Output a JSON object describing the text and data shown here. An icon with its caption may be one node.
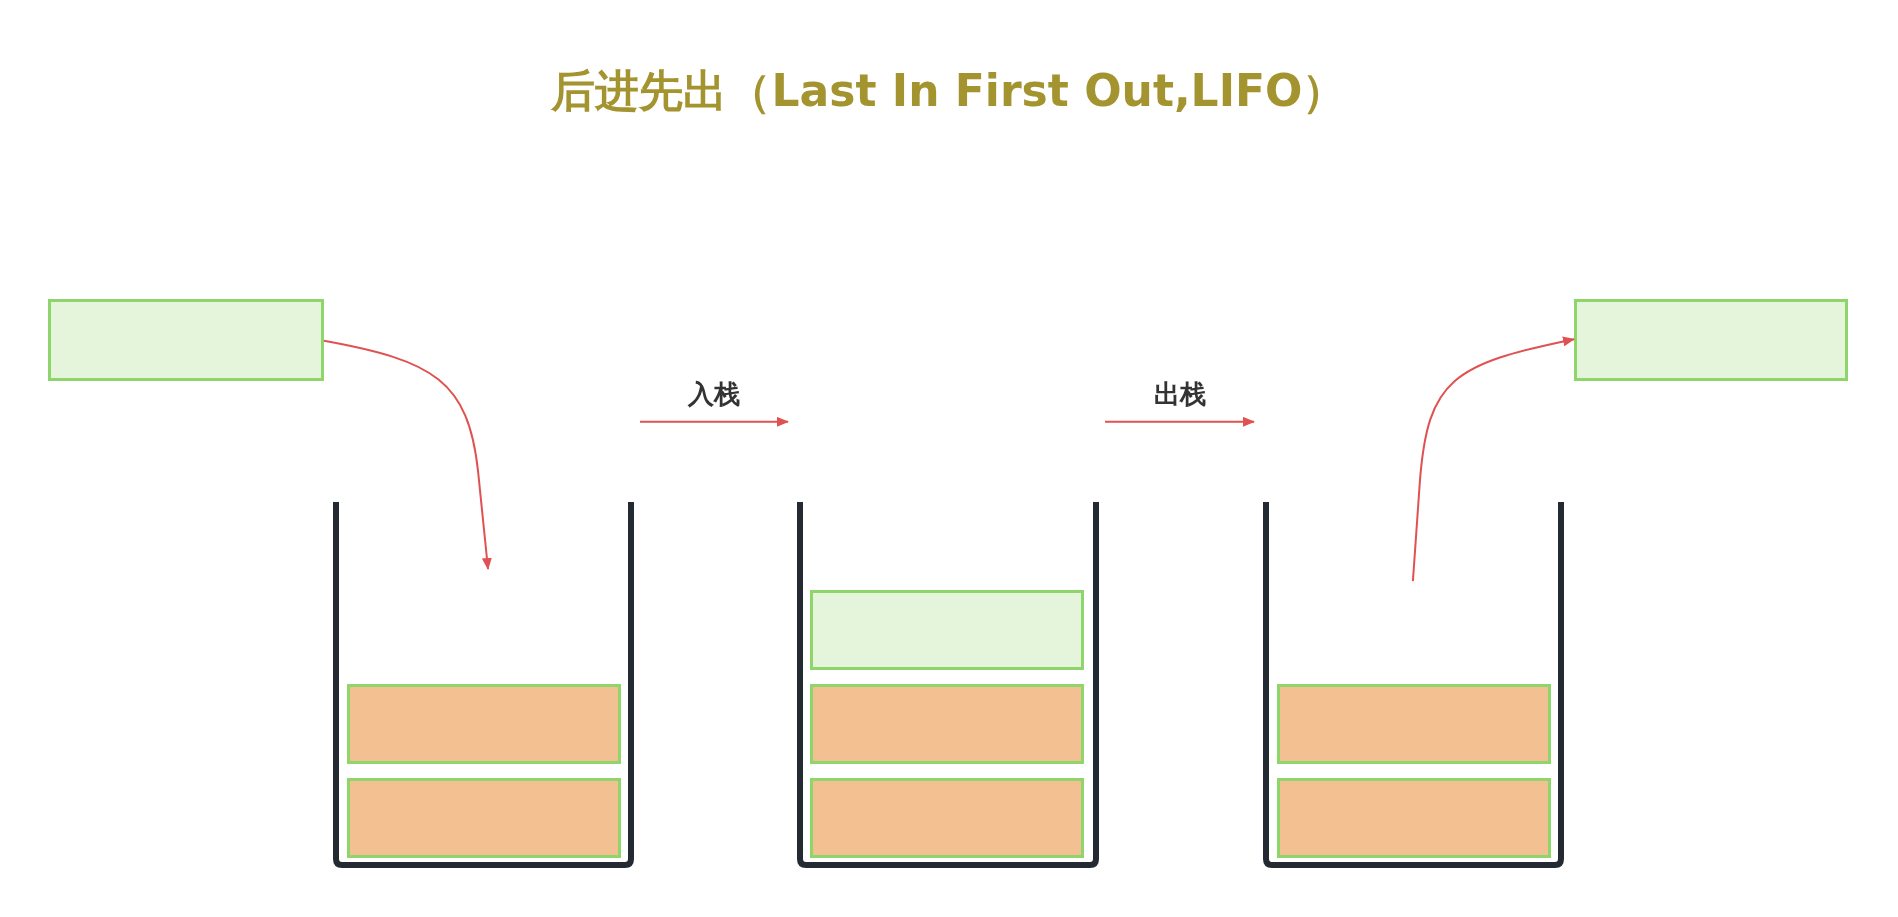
{
  "diagram": {
    "title": "后进先出（Last In First Out,LIFO）",
    "nodes": [
      {
        "text": [],
        "shape": "box"
      },
      {
        "text": [],
        "shape": "box"
      },
      {
        "text": [],
        "shape": "box",
        "in": 1
      },
      {
        "text": [],
        "shape": "box",
        "in": 1
      },
      {
        "text": [],
        "shape": "box"
      },
      {
        "text": [],
        "shape": "box",
        "in": 4
      },
      {
        "text": [],
        "shape": "box",
        "in": 4
      },
      {
        "text": [],
        "shape": "box",
        "in": 4
      },
      {
        "text": [],
        "shape": "box"
      },
      {
        "text": [],
        "shape": "box",
        "in": 8
      },
      {
        "text": [],
        "shape": "box",
        "in": 8
      },
      {
        "text": [],
        "shape": "box"
      }
    ],
    "edges": [
      {
        "from": 0,
        "to": 1,
        "arrow": "to"
      },
      {
        "from": 1,
        "to": 4,
        "arrow": "to",
        "label": "入栈"
      },
      {
        "from": 4,
        "to": 8,
        "arrow": "to",
        "label": "出栈"
      },
      {
        "from": 8,
        "to": 11,
        "arrow": "to"
      }
    ]
  }
}
